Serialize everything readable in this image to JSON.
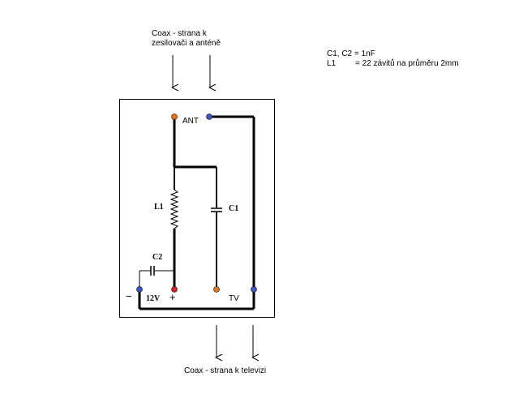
{
  "top_note": {
    "line1": "Coax - strana k",
    "line2": "zesilovači a anténě"
  },
  "bottom_note": "Coax - strana k televizi",
  "legend": {
    "line1": "C1, C2 = 1nF",
    "line2_key": "L1",
    "line2_value": "= 22 závitů na průměru 2mm"
  },
  "labels": {
    "ant": "ANT",
    "tv": "TV",
    "l1": "L1",
    "c1": "C1",
    "c2": "C2",
    "minus": "−",
    "plus": "+",
    "voltage": "12V"
  },
  "colors": {
    "wire": "#000000",
    "terminal_orange": "#e8731a",
    "terminal_blue": "#3a56c8",
    "terminal_red": "#d8202a"
  }
}
